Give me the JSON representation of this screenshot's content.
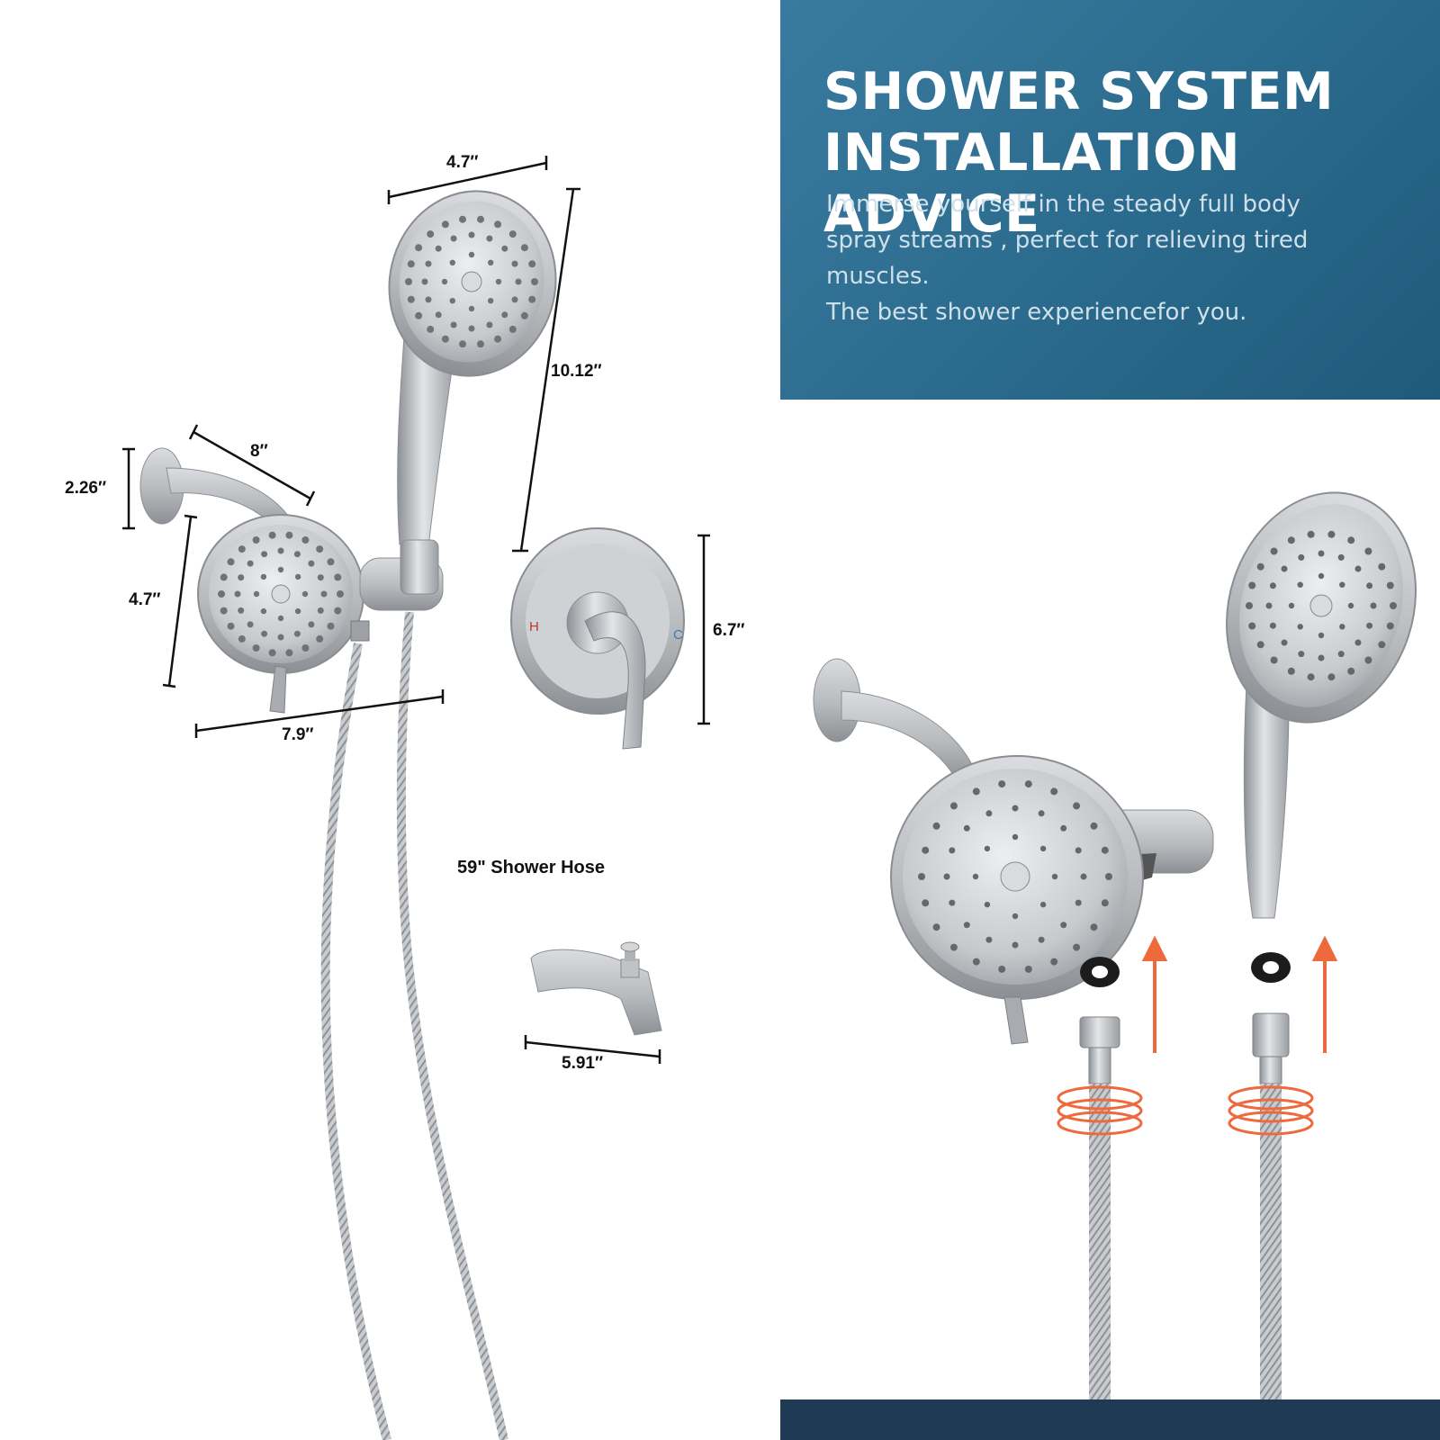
{
  "banner": {
    "title_line1": "SHOWER SYSTEM",
    "title_line2": "INSTALLATION ADVICE",
    "text_line1": "Immerse yourself in the steady full body",
    "text_line2": "spray streams , perfect for relieving tired",
    "text_line3": "muscles.",
    "text_line4": "The best shower experiencefor you.",
    "background_color": "#2a6a8c"
  },
  "dimensions": {
    "handheld_width": "4.7″",
    "handheld_length": "10.12″",
    "arm_length": "8″",
    "arm_height": "2.26″",
    "fixed_head_diameter": "4.7″",
    "fixed_assembly_width": "7.9″",
    "valve_plate_height": "6.7″",
    "spout_length": "5.91″"
  },
  "hose_label": "59\" Shower Hose",
  "valve_letters": {
    "hot": "H",
    "cold": "C"
  },
  "colors": {
    "accent_arrow": "#ee6a3c",
    "footer_bar": "#1e3a55",
    "metal": "#b9bcc0"
  }
}
